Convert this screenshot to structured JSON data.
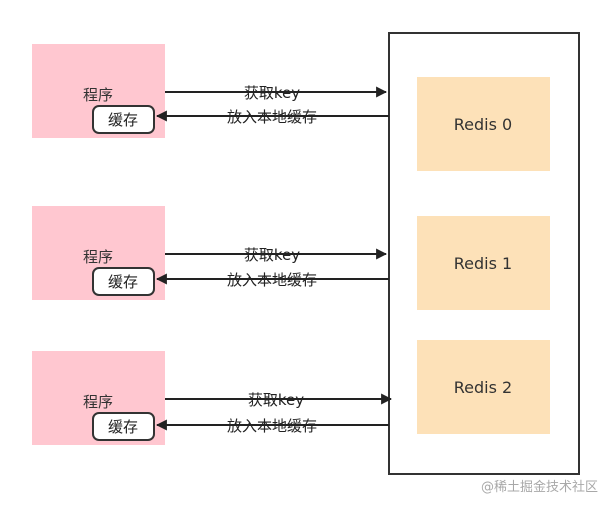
{
  "colors": {
    "program_fill": "#ffc7d0",
    "cache_fill": "#ffffff",
    "cache_stroke": "#333333",
    "redis_fill": "#fde1b8",
    "cluster_stroke": "#333333",
    "arrow": "#222222"
  },
  "clients": [
    {
      "program_label": "程序",
      "cache_label": "缓存",
      "get_label": "获取key",
      "store_label": "放入本地缓存"
    },
    {
      "program_label": "程序",
      "cache_label": "缓存",
      "get_label": "获取key",
      "store_label": "放入本地缓存"
    },
    {
      "program_label": "程序",
      "cache_label": "缓存",
      "get_label": "获取key",
      "store_label": "放入本地缓存"
    }
  ],
  "redis_nodes": [
    {
      "label": "Redis 0"
    },
    {
      "label": "Redis 1"
    },
    {
      "label": "Redis 2"
    }
  ],
  "watermark": "@稀土掘金技术社区"
}
